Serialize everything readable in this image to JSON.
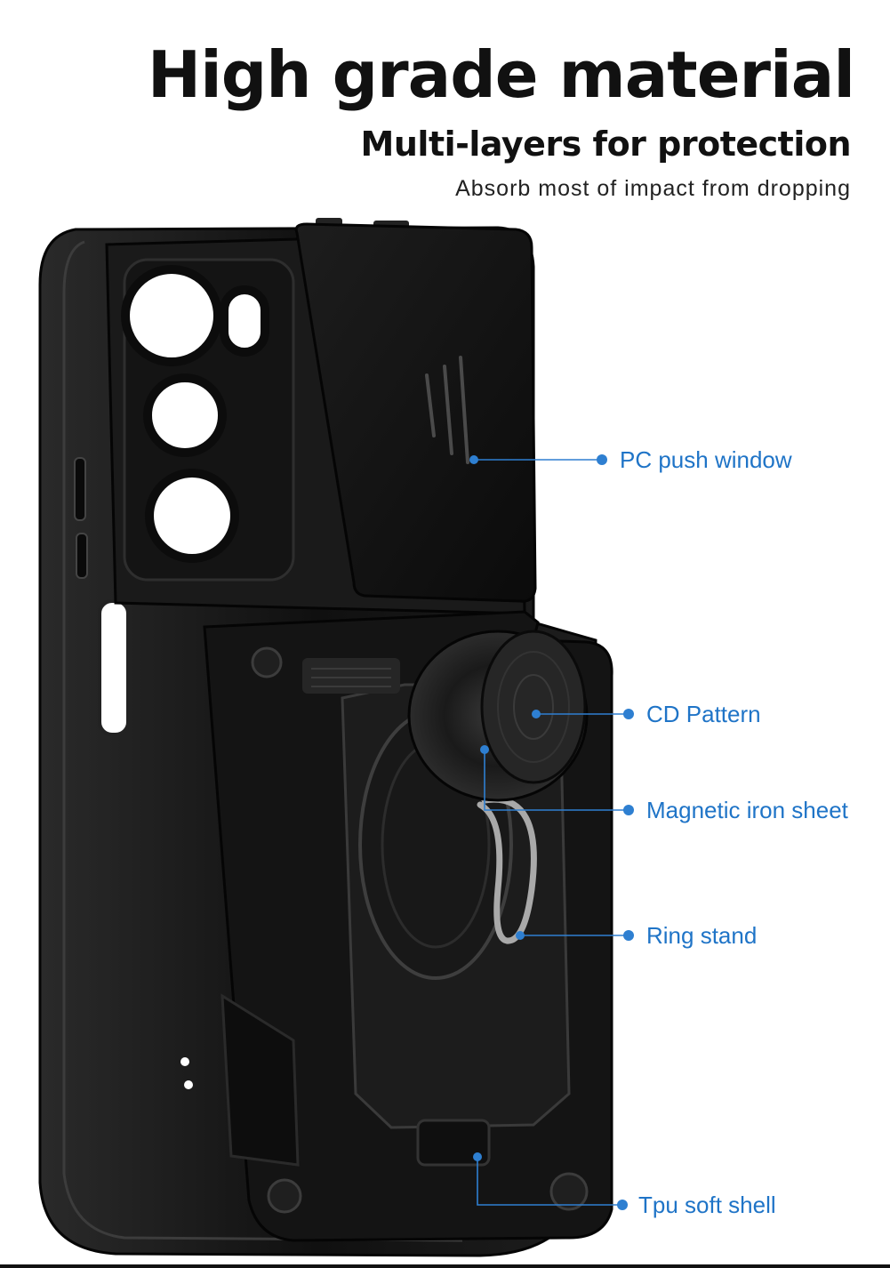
{
  "header": {
    "title": "High grade material",
    "subtitle": "Multi-layers for protection",
    "tagline": "Absorb most of impact from dropping"
  },
  "callouts": [
    {
      "label": "PC push window"
    },
    {
      "label": "CD Pattern"
    },
    {
      "label": "Magnetic iron sheet"
    },
    {
      "label": "Ring stand"
    },
    {
      "label": "Tpu soft shell"
    }
  ],
  "colors": {
    "accent": "#1f74c7",
    "case": "#141414",
    "text": "#111111"
  }
}
